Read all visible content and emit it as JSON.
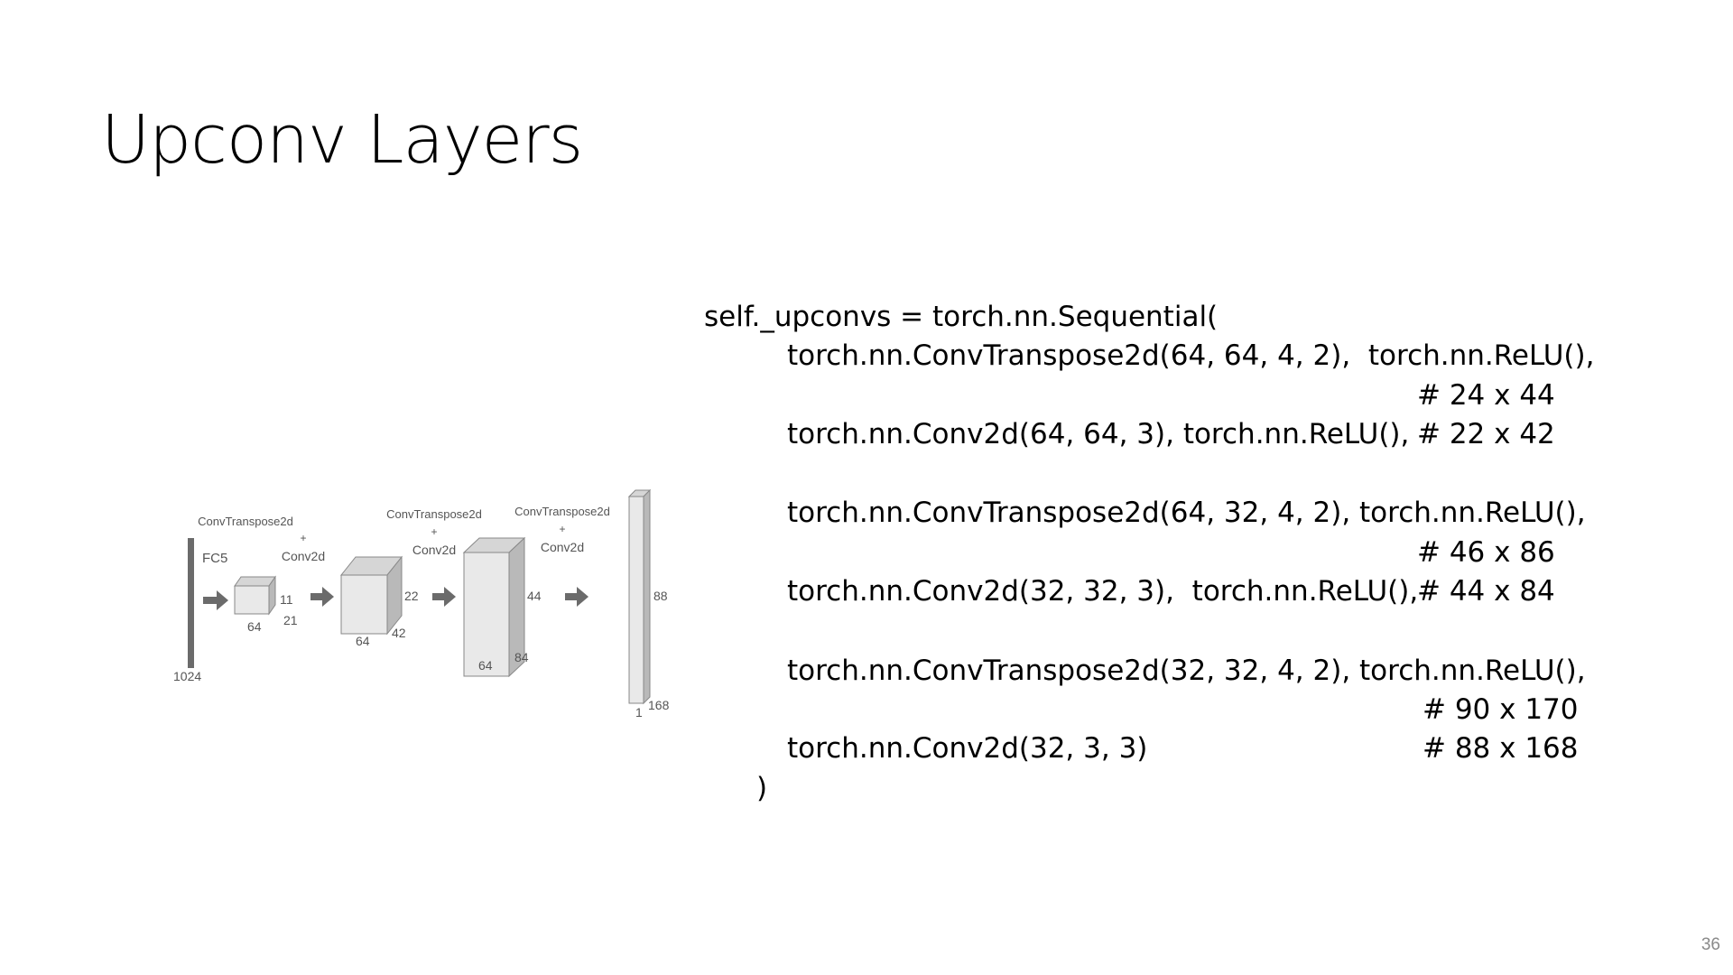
{
  "slide": {
    "title": "Upconv Layers",
    "page_number": "36"
  },
  "diagram": {
    "fc_label": "FC5",
    "fc_size": "1024",
    "stage_labels": [
      {
        "top": "ConvTranspose2d",
        "plus": "+",
        "bottom": "Conv2d"
      },
      {
        "top": "ConvTranspose2d",
        "plus": "+",
        "bottom": "Conv2d"
      },
      {
        "top": "ConvTranspose2d",
        "plus": "+",
        "bottom": "Conv2d"
      }
    ],
    "blocks": [
      {
        "height": "11",
        "width": "21",
        "depth": "64"
      },
      {
        "height": "22",
        "width": "42",
        "depth": "64"
      },
      {
        "height": "44",
        "width": "84",
        "depth": "64"
      },
      {
        "height": "88",
        "width": "168",
        "depth": "1"
      }
    ]
  },
  "code": {
    "lines": [
      "self._upconvs = torch.nn.Sequential(",
      "torch.nn.ConvTranspose2d(64, 64, 4, 2),  torch.nn.ReLU(),",
      "# 24 x 44",
      "torch.nn.Conv2d(64, 64, 3), torch.nn.ReLU(),",
      "# 22 x 42",
      "torch.nn.ConvTranspose2d(64, 32, 4, 2), torch.nn.ReLU(),",
      "# 46 x 86",
      "torch.nn.Conv2d(32, 32, 3),  torch.nn.ReLU(),",
      "# 44 x 84",
      "torch.nn.ConvTranspose2d(32, 32, 4, 2), torch.nn.ReLU(),",
      "# 90 x 170",
      "torch.nn.Conv2d(32, 3, 3)",
      "# 88 x 168",
      ")"
    ]
  },
  "colors": {
    "block_face": "#e9e9e9",
    "block_side": "#b9b9b9",
    "block_top": "#d6d6d6",
    "arrow": "#6b6b6b",
    "fc_bar": "#6b6b6b"
  }
}
